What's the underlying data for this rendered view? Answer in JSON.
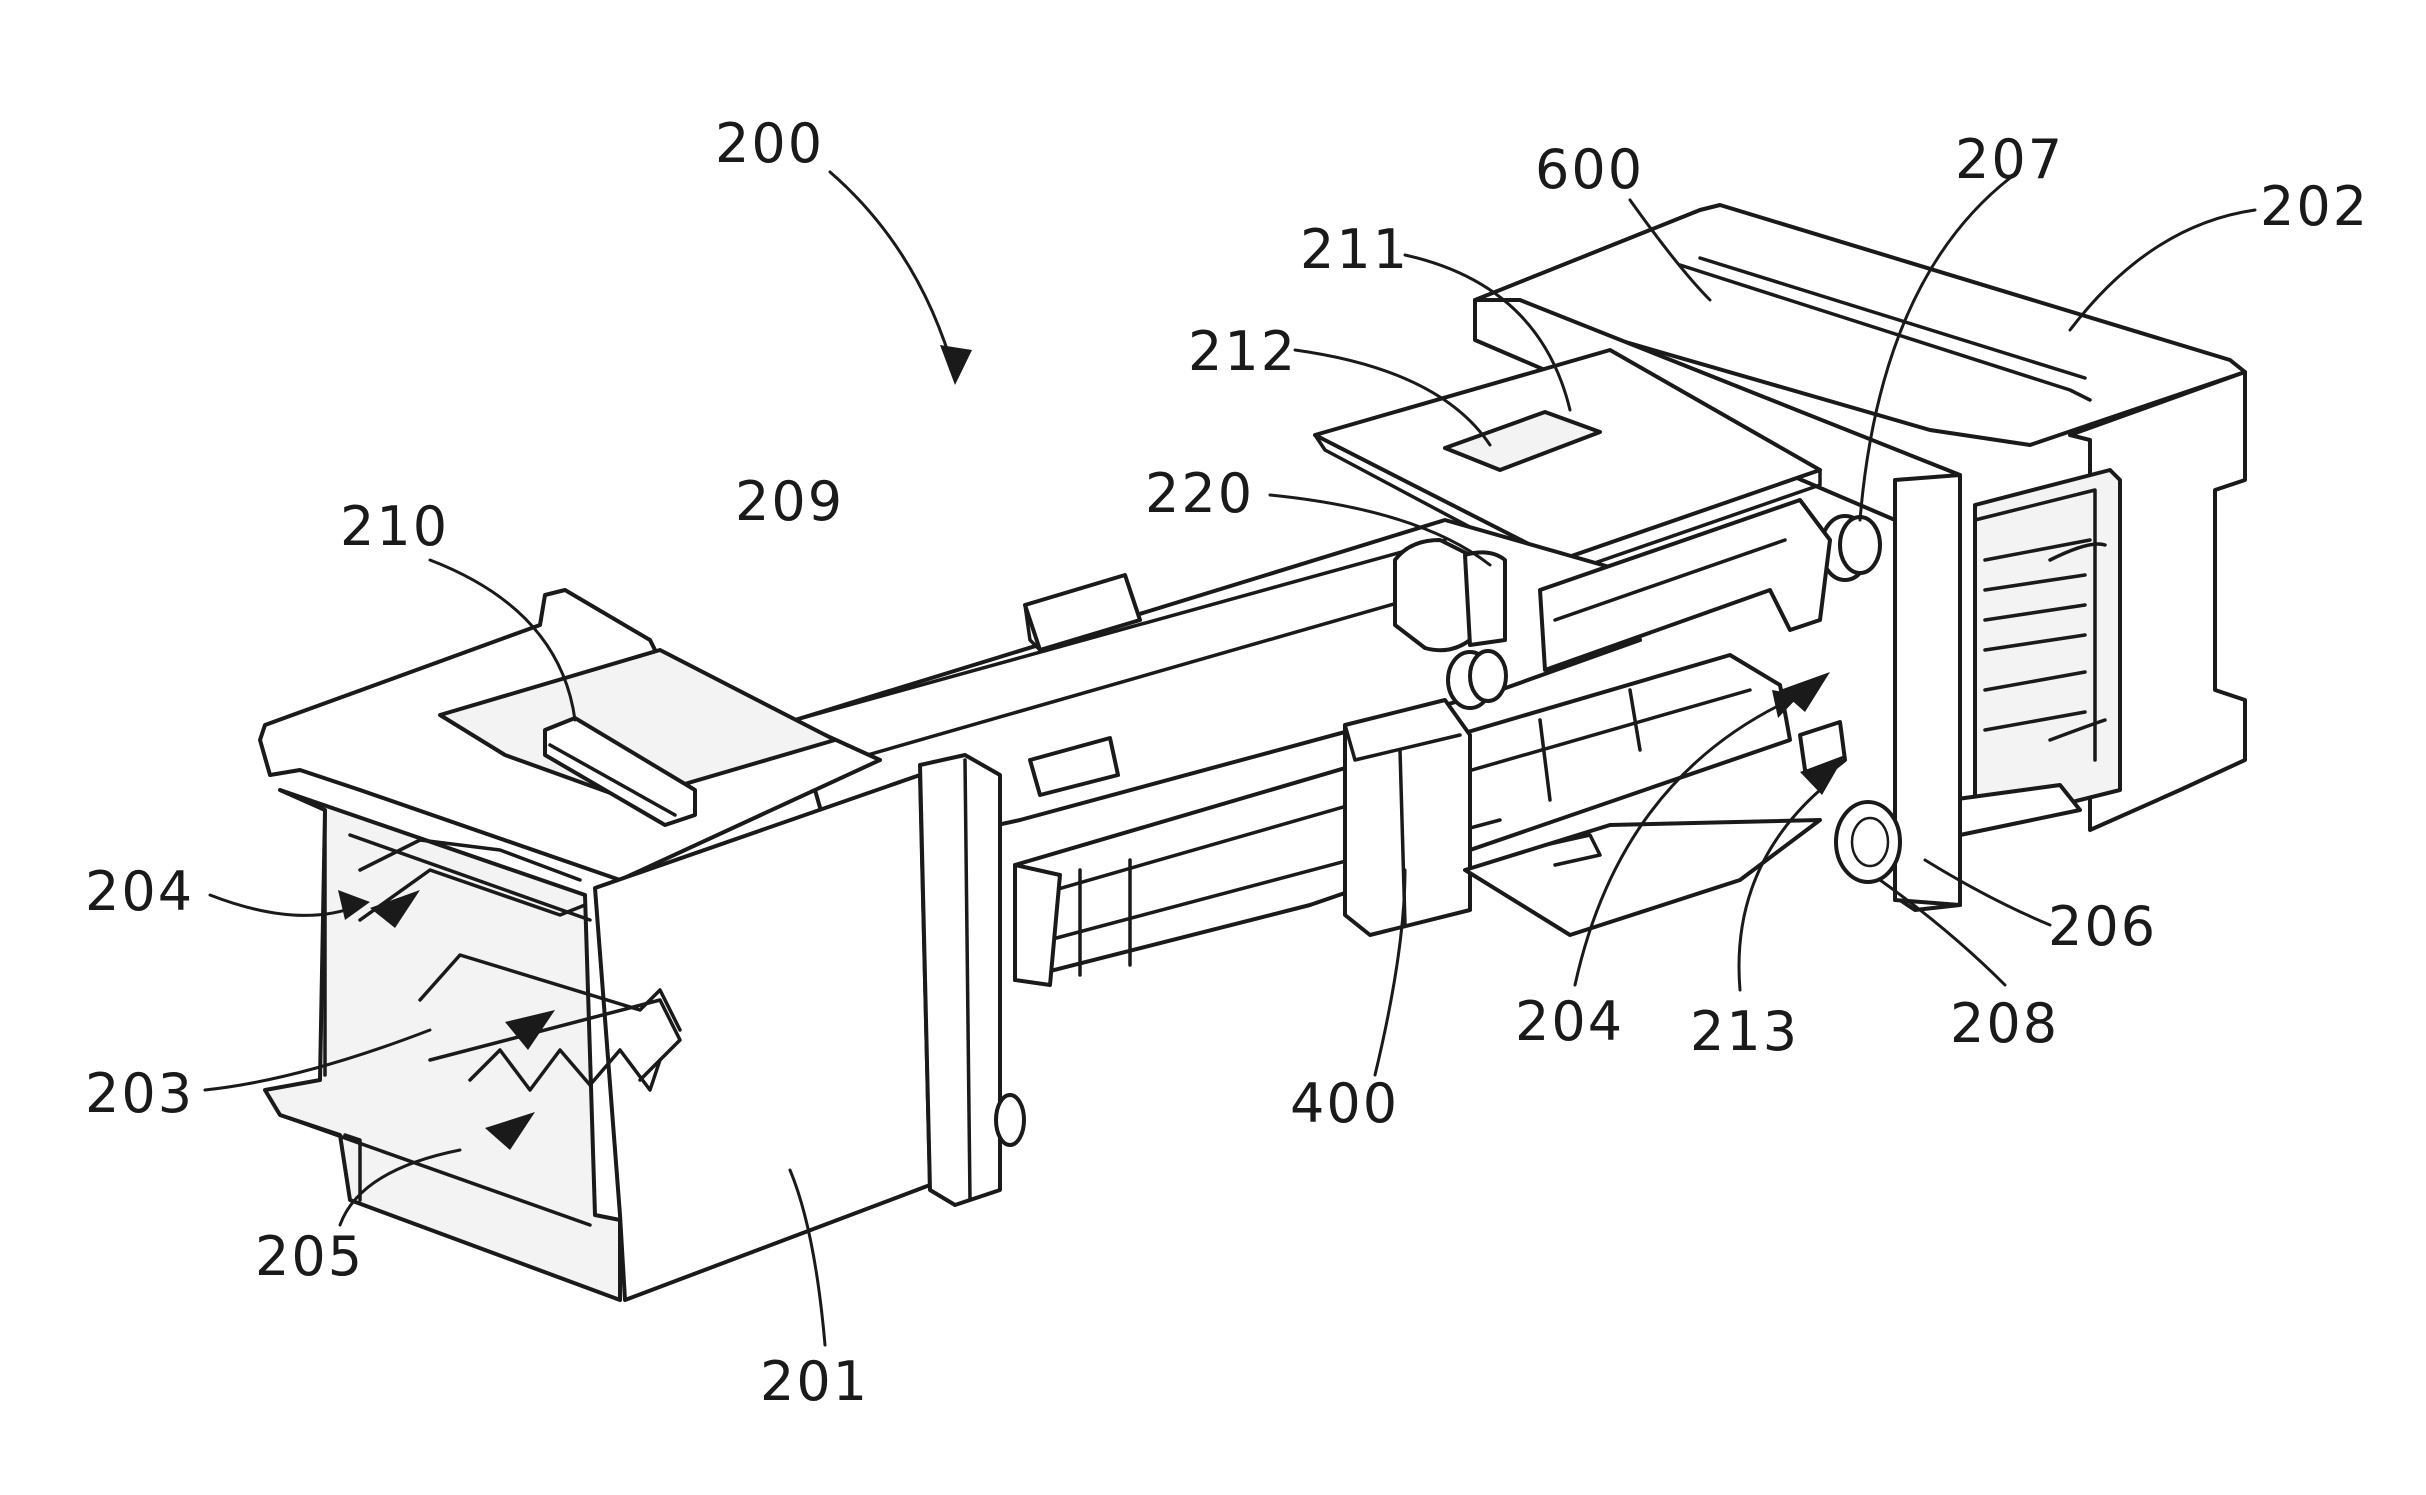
{
  "figure": {
    "labels": {
      "l200": "200",
      "l600": "600",
      "l207": "207",
      "l202": "202",
      "l211": "211",
      "l212": "212",
      "l220": "220",
      "l209": "209",
      "l210": "210",
      "l204_left": "204",
      "l203": "203",
      "l205": "205",
      "l201": "201",
      "l400": "400",
      "l204_right": "204",
      "l213": "213",
      "l208": "208",
      "l206": "206"
    }
  }
}
